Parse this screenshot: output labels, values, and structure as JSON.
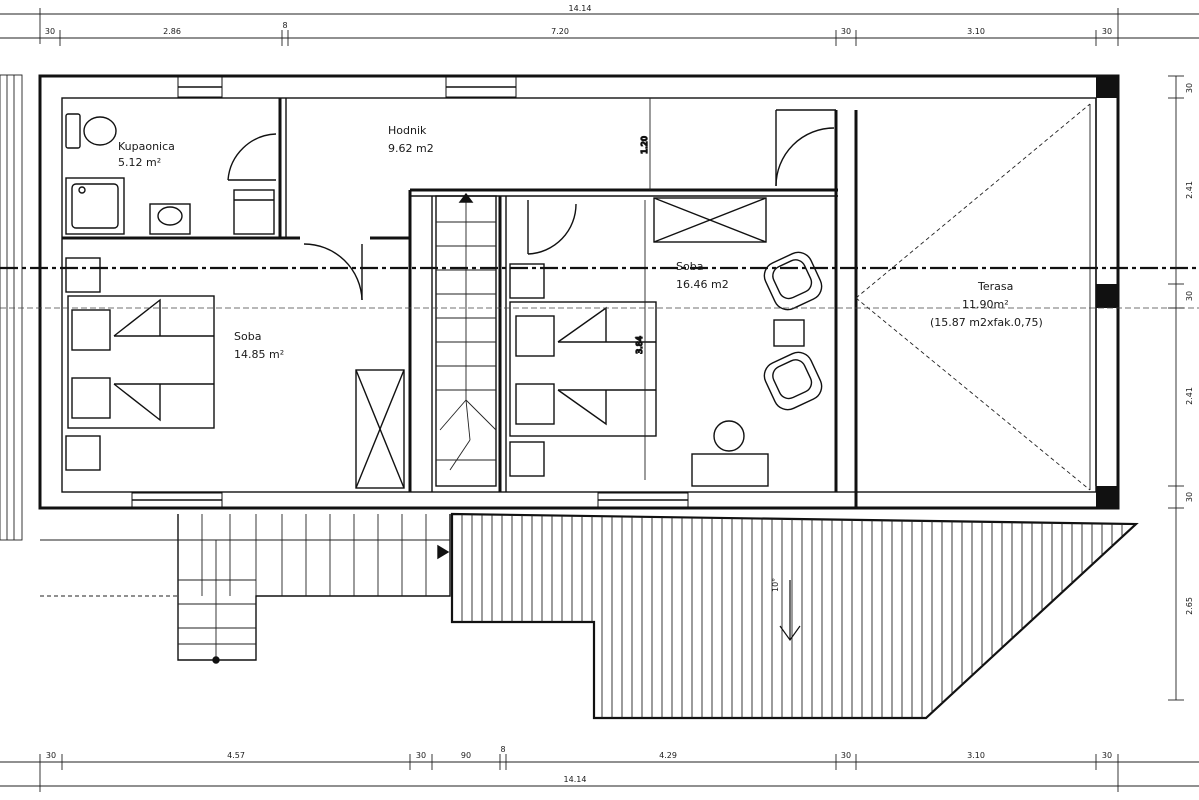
{
  "rooms": {
    "bathroom": {
      "name": "Kupaonica",
      "area": "5.12 m²"
    },
    "storage": {
      "name": "Hodnik",
      "area": "9.62 m2"
    },
    "bedroom_left": {
      "name": "Soba",
      "area": "14.85 m²"
    },
    "bedroom_right": {
      "name": "Soba",
      "area": "16.46 m2"
    },
    "terrace": {
      "name": "Terasa",
      "area": "11.90m²",
      "note": "(15.87 m2xfak.0,75)"
    }
  },
  "dimensions": {
    "top_total": "14.14",
    "top_segments": [
      "30",
      "2.86",
      "8",
      "7.20",
      "30",
      "3.10",
      "30"
    ],
    "bottom_total": "14.14",
    "bottom_segments": [
      "30",
      "4.57",
      "30",
      "90",
      "8",
      "4.29",
      "30",
      "3.10",
      "30"
    ],
    "right_segments": [
      "30",
      "2.41",
      "30",
      "2.41",
      "30",
      "2.65"
    ],
    "interior": {
      "hall_depth": "1.20",
      "room_depth": "3.84",
      "slope": "10°"
    }
  }
}
